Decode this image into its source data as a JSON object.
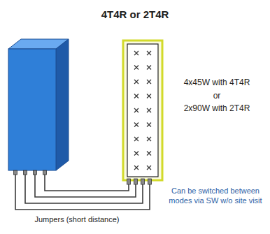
{
  "diagram": {
    "title": "4T4R or 2T4R",
    "labels": [
      "4x45W with 4T4R",
      "or",
      "2x90W with 2T4R",
      "Can be switched between modes via SW w/o site visit",
      "Jumpers (short distance)"
    ]
  }
}
